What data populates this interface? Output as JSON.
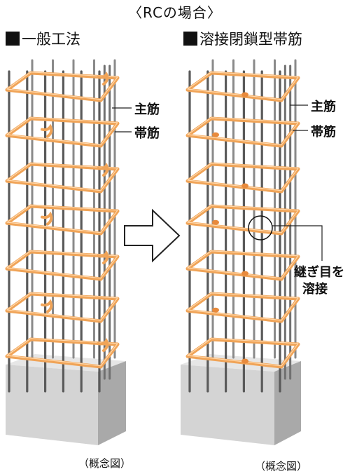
{
  "title": "〈RCの場合〉",
  "left": {
    "heading": "一般工法",
    "label_main": "主筋",
    "label_hoop": "帯筋",
    "caption": "（概念図）"
  },
  "right": {
    "heading": "溶接閉鎖型帯筋",
    "label_main": "主筋",
    "label_hoop": "帯筋",
    "note_line1": "継ぎ目を",
    "note_line2": "溶接",
    "caption": "（概念図）"
  },
  "colors": {
    "hoop": "#f0a458",
    "rebar": "#5a5a5a",
    "concrete_front": "#d4d4d4",
    "concrete_side": "#a9a9a9",
    "concrete_top": "#e6e6e6"
  }
}
